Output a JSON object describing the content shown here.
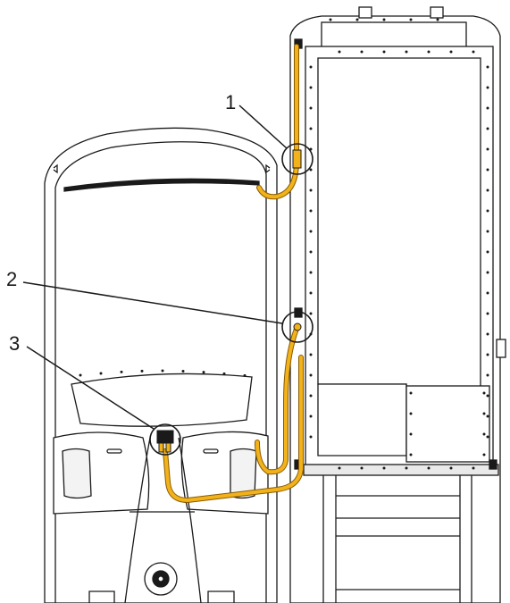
{
  "callouts": [
    {
      "label": "1"
    },
    {
      "label": "2"
    },
    {
      "label": "3"
    }
  ],
  "colors": {
    "line": "#1a1a1a",
    "cable": "#f2b21b",
    "cable_edge": "#8a5a00",
    "panel": "#ffffff",
    "background": "#ffffff"
  }
}
